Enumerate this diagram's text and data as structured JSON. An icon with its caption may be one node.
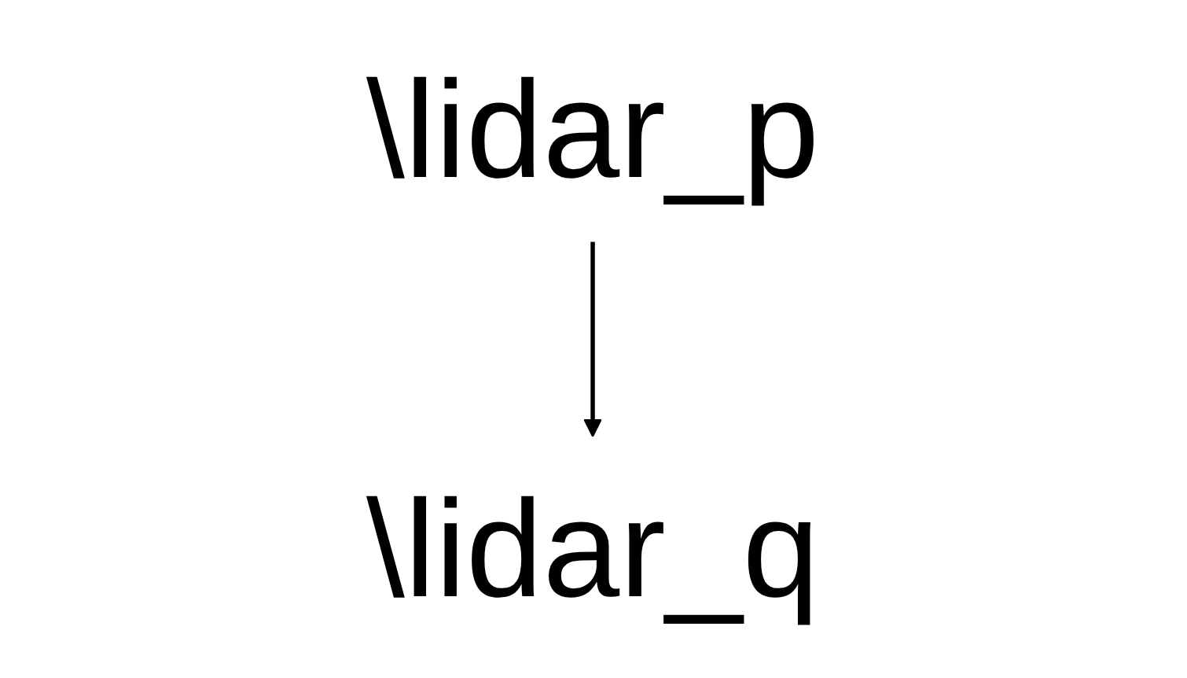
{
  "diagram": {
    "nodes": [
      {
        "text": [
          "\\lidar_p"
        ]
      },
      {
        "text": [
          "\\lidar_q"
        ]
      }
    ],
    "edges": [
      {
        "from": 0,
        "to": 1,
        "arrow": "to"
      }
    ]
  }
}
